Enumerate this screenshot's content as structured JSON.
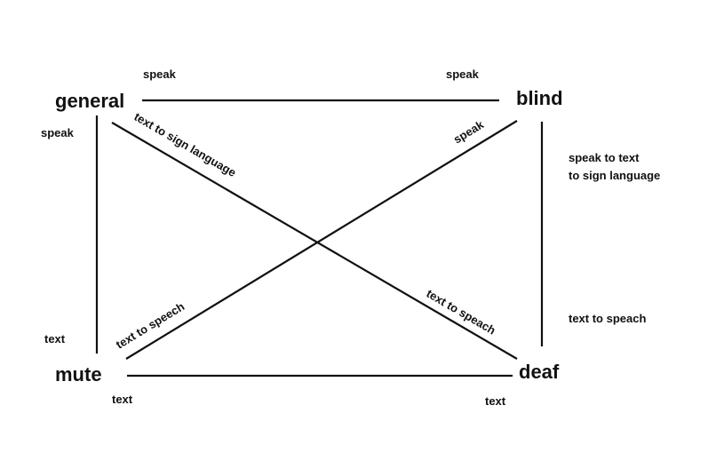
{
  "nodes": {
    "general": "general",
    "blind": "blind",
    "mute": "mute",
    "deaf": "deaf"
  },
  "labels": {
    "general_blind_left": "speak",
    "general_blind_right": "speak",
    "general_mute_top": "speak",
    "general_deaf": "text to sign language",
    "blind_mute": "speak",
    "blind_deaf_line1": "speak to text",
    "blind_deaf_line2": "to sign language",
    "deaf_blind_text": "text to speach",
    "mute_general_bottom": "text",
    "mute_blind": "text to speech",
    "deaf_general": "text to speach",
    "mute_deaf_left": "text",
    "mute_deaf_right": "text"
  },
  "colors": {
    "ink": "#111111",
    "background": "#ffffff"
  }
}
